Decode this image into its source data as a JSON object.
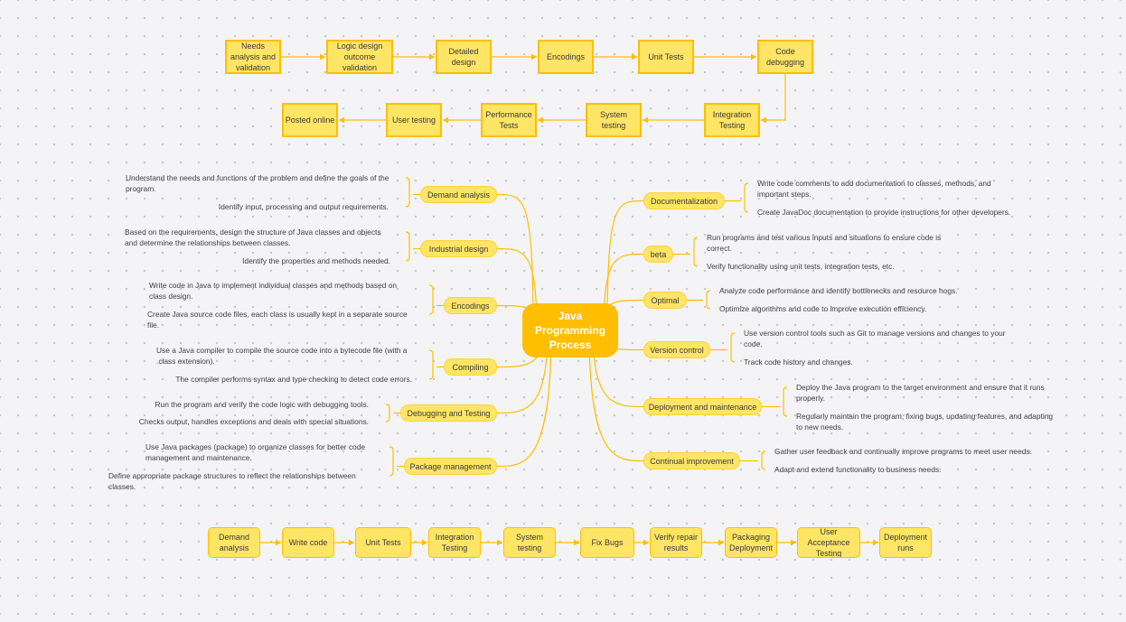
{
  "colors": {
    "line": "#ffbe00",
    "fill": "#ffe566",
    "center": "#ffbe00"
  },
  "top_flow": {
    "steps": [
      "Needs analysis and validation",
      "Logic design outcome validation",
      "Detailed design",
      "Encodings",
      "Unit Tests",
      "Code debugging",
      "Integration Testing",
      "System testing",
      "Performance Tests",
      "User testing",
      "Posted online"
    ]
  },
  "mindmap": {
    "center": "Java Programming Process",
    "left": [
      {
        "label": "Demand analysis",
        "details": [
          "Understand the needs and functions of the problem and define the goals of the program.",
          "Identify input, processing and output requirements."
        ]
      },
      {
        "label": "Industrial design",
        "details": [
          "Based on the requirements, design the structure of Java classes and objects and determine the relationships between classes.",
          "Identify the properties and methods needed."
        ]
      },
      {
        "label": "Encodings",
        "details": [
          "Write code in Java to implement individual classes and methods based on class design.",
          "Create Java source code files, each class is usually kept in a separate source file."
        ]
      },
      {
        "label": "Compiling",
        "details": [
          "Use a Java compiler to compile the source code into a bytecode file (with a .class extension).",
          "The compiler performs syntax and type checking to detect code errors."
        ]
      },
      {
        "label": "Debugging and Testing",
        "details": [
          "Run the program and verify the code logic with debugging tools.",
          "Checks output, handles exceptions and deals with special situations."
        ]
      },
      {
        "label": "Package management",
        "details": [
          "Use Java packages (package) to organize classes for better code management and maintenance.",
          "Define appropriate package structures to reflect the relationships between classes."
        ]
      }
    ],
    "right": [
      {
        "label": "Documentalization",
        "details": [
          "Write code comments to add documentation to classes, methods, and important steps.",
          "Create JavaDoc documentation to provide instructions for other developers."
        ]
      },
      {
        "label": "beta",
        "details": [
          "Run programs and test various inputs and situations to ensure code is correct.",
          "Verify functionality using unit tests, integration tests, etc."
        ]
      },
      {
        "label": "Optimal",
        "details": [
          "Analyze code performance and identify bottlenecks and resource hogs.",
          "Optimize algorithms and code to improve execution efficiency."
        ]
      },
      {
        "label": "Version control",
        "details": [
          "Use version control tools such as Git to manage versions and changes to your code.",
          "Track code history and changes."
        ]
      },
      {
        "label": "Deployment and maintenance",
        "details": [
          "Deploy the Java program to the target environment and ensure that it runs properly.",
          "Regularly maintain the program, fixing bugs, updating features, and adapting to new needs."
        ]
      },
      {
        "label": "Continual improvement",
        "details": [
          "Gather user feedback and continually improve programs to meet user needs.",
          "Adapt and extend functionality to business needs."
        ]
      }
    ]
  },
  "bottom_flow": {
    "steps": [
      "Demand analysis",
      "Write code",
      "Unit Tests",
      "Integration Testing",
      "System testing",
      "Fix Bugs",
      "Verify repair results",
      "Packaging Deployment",
      "User Acceptance Testing",
      "Deployment runs"
    ]
  }
}
